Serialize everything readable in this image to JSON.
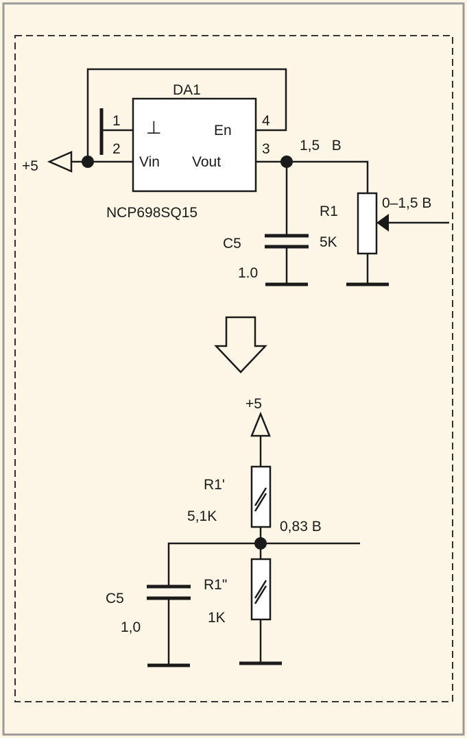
{
  "colors": {
    "background": "#fdf6e6",
    "frame": "#9a9a9a",
    "ink": "#1a1a1a"
  },
  "top_circuit": {
    "chip": {
      "name": "DA1",
      "part": "NCP698SQ15",
      "pins": {
        "p1": "1",
        "p2": "2",
        "p3": "3",
        "p4": "4",
        "en": "En",
        "vin": "Vin",
        "vout": "Vout",
        "gnd_symbol": "⊥"
      }
    },
    "supply_label": "+5",
    "output_voltage": "1,5   B",
    "potentiometer": {
      "name": "R1",
      "value": "5K",
      "range": "0–1,5 B"
    },
    "capacitor": {
      "name": "C5",
      "value": "1.0"
    }
  },
  "bottom_circuit": {
    "supply_label": "+5",
    "r_top": {
      "name": "R1'",
      "value": "5,1K"
    },
    "node_voltage": "0,83 B",
    "r_bottom": {
      "name": "R1\"",
      "value": "1K"
    },
    "capacitor": {
      "name": "C5",
      "value": "1,0"
    }
  }
}
